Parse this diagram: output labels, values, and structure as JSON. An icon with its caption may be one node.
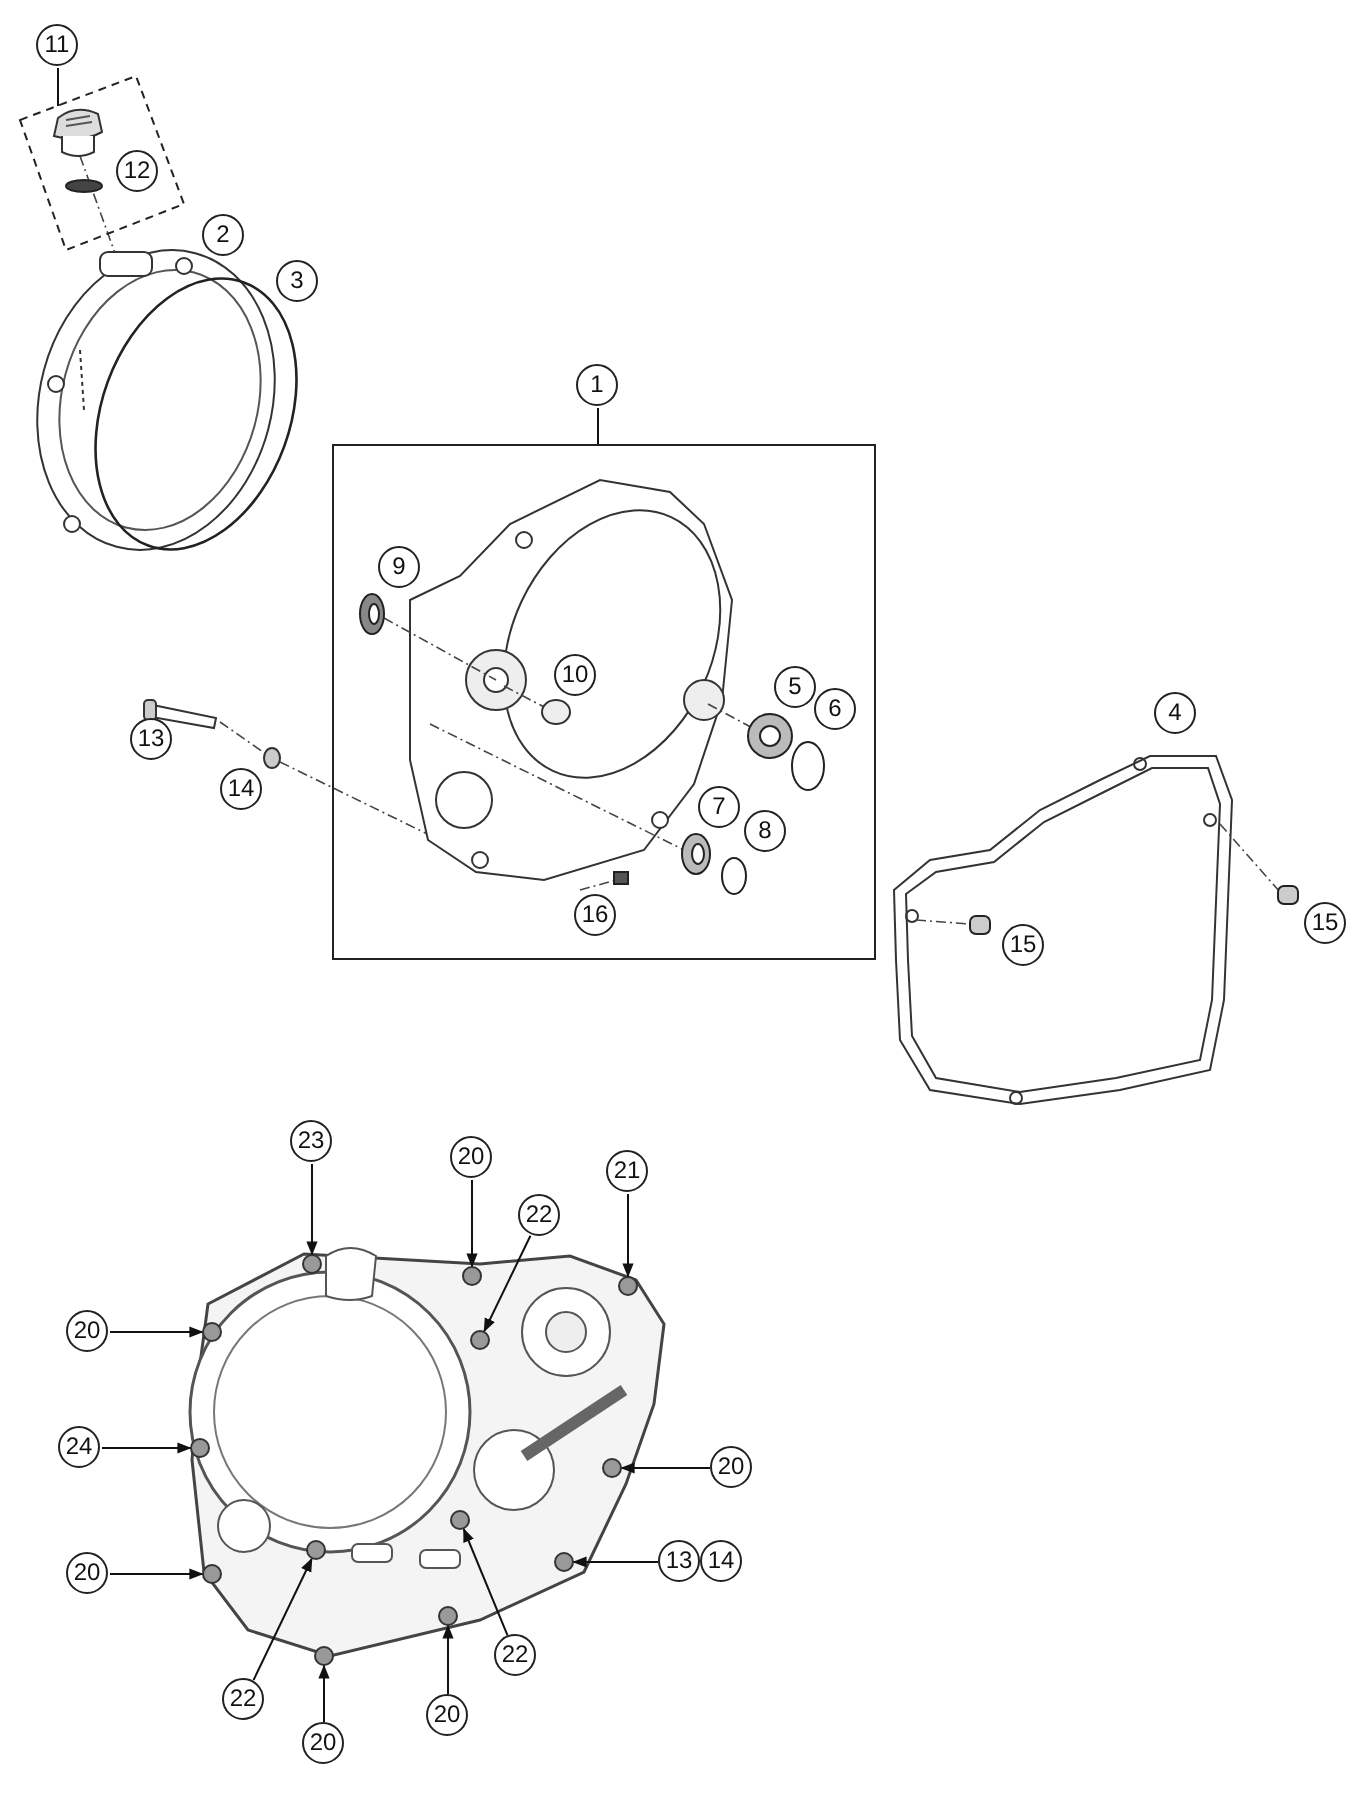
{
  "diagram": {
    "nodes": [
      {
        "text": [
          "11"
        ]
      },
      {
        "text": [],
        "shape": "box"
      },
      {
        "text": [
          "12"
        ],
        "in": 1
      },
      {
        "text": [
          "2"
        ]
      },
      {
        "text": [
          "3"
        ]
      },
      {
        "text": [
          "1"
        ]
      },
      {
        "text": [],
        "shape": "box"
      },
      {
        "text": [
          "9"
        ],
        "in": 6
      },
      {
        "text": [
          "10"
        ],
        "in": 6
      },
      {
        "text": [
          "5"
        ],
        "in": 6
      },
      {
        "text": [
          "6"
        ],
        "in": 6
      },
      {
        "text": [
          "4"
        ]
      },
      {
        "text": [
          "13"
        ]
      },
      {
        "text": [
          "7"
        ],
        "in": 6
      },
      {
        "text": [
          "8"
        ],
        "in": 6
      },
      {
        "text": [
          "14"
        ]
      },
      {
        "text": [
          "15"
        ]
      },
      {
        "text": [
          "16"
        ],
        "in": 6
      },
      {
        "text": [
          "15"
        ]
      },
      {
        "text": [
          "23"
        ]
      },
      {
        "text": [
          "20"
        ]
      },
      {
        "text": [
          "21"
        ]
      },
      {
        "text": [
          "22"
        ]
      },
      {
        "text": [
          "20"
        ]
      },
      {
        "text": [
          "24"
        ]
      },
      {
        "text": [
          "20"
        ]
      },
      {
        "text": [
          "13"
        ]
      },
      {
        "text": [
          "14"
        ]
      },
      {
        "text": [
          "20"
        ]
      },
      {
        "text": [
          "22"
        ]
      },
      {
        "text": [
          "22"
        ]
      },
      {
        "text": [
          "20"
        ]
      },
      {
        "text": [
          "20"
        ]
      },
      {
        "text": [],
        "shape": "circle"
      },
      {
        "text": [],
        "shape": "circle"
      },
      {
        "text": [],
        "shape": "circle"
      },
      {
        "text": [],
        "shape": "circle"
      },
      {
        "text": [],
        "shape": "circle"
      },
      {
        "text": [],
        "shape": "circle"
      },
      {
        "text": [],
        "shape": "circle"
      },
      {
        "text": [],
        "shape": "circle"
      },
      {
        "text": [],
        "shape": "circle"
      },
      {
        "text": [],
        "shape": "circle"
      },
      {
        "text": [],
        "shape": "circle"
      },
      {
        "text": [],
        "shape": "circle"
      },
      {
        "text": [],
        "shape": "circle"
      }
    ],
    "edges": [
      {
        "from": 0,
        "to": 1,
        "arrow": "none"
      },
      {
        "from": 5,
        "to": 6,
        "arrow": "none"
      },
      {
        "from": 19,
        "to": 33,
        "arrow": "to"
      },
      {
        "from": 20,
        "to": 34,
        "arrow": "to"
      },
      {
        "from": 21,
        "to": 35,
        "arrow": "to"
      },
      {
        "from": 22,
        "to": 36,
        "arrow": "to"
      },
      {
        "from": 23,
        "to": 37,
        "arrow": "to"
      },
      {
        "from": 24,
        "to": 38,
        "arrow": "to"
      },
      {
        "from": 25,
        "to": 39,
        "arrow": "to"
      },
      {
        "from": 26,
        "to": 40,
        "arrow": "to"
      },
      {
        "from": 28,
        "to": 41,
        "arrow": "to"
      },
      {
        "from": 29,
        "to": 42,
        "arrow": "to"
      },
      {
        "from": 30,
        "to": 43,
        "arrow": "to"
      },
      {
        "from": 31,
        "to": 44,
        "arrow": "to"
      },
      {
        "from": 32,
        "to": 45,
        "arrow": "to"
      }
    ]
  }
}
